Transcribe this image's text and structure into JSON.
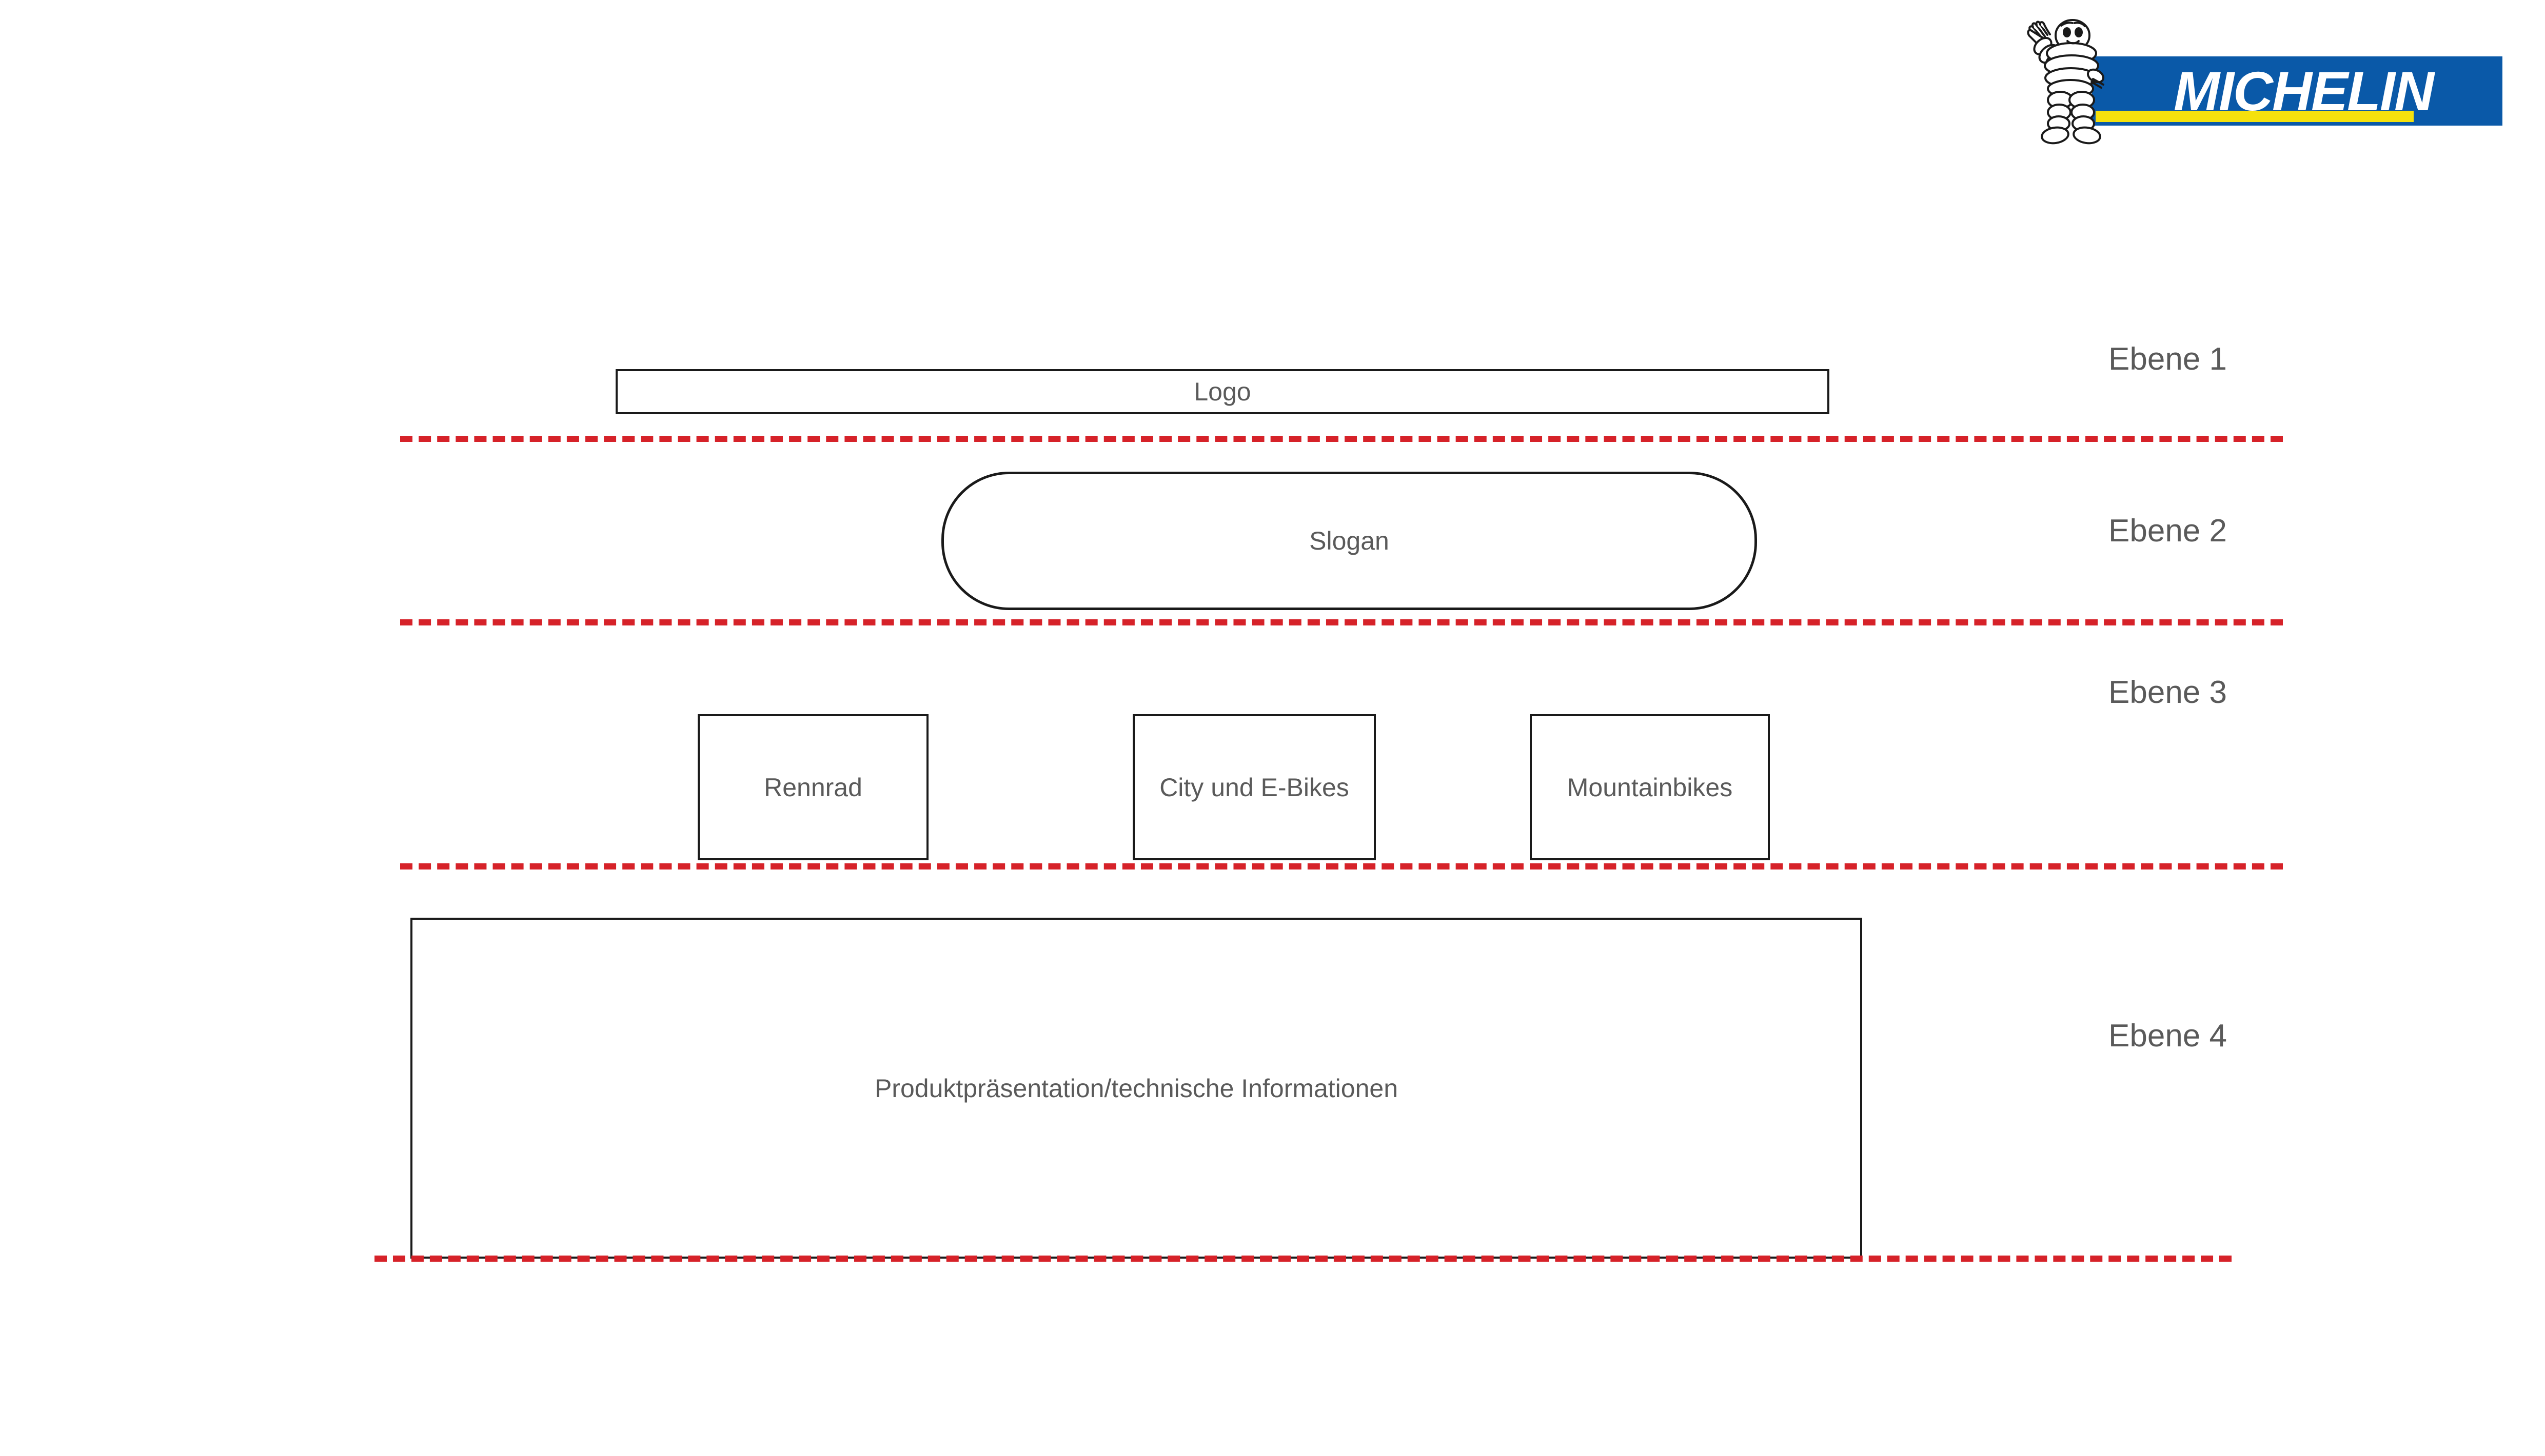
{
  "brand": {
    "name": "MICHELIN",
    "mascot_icon": "michelin-man-icon",
    "colors": {
      "blue": "#0a59a8",
      "yellow": "#f5e10d",
      "white": "#ffffff"
    }
  },
  "diagram": {
    "title": "",
    "colors": {
      "divider_red": "#d62229",
      "shape_border": "#1a1a1a",
      "text_gray": "#5a5a5a"
    },
    "levels": [
      {
        "label": "Ebene 1"
      },
      {
        "label": "Ebene 2"
      },
      {
        "label": "Ebene 3"
      },
      {
        "label": "Ebene 4"
      }
    ],
    "shapes": {
      "logo": "Logo",
      "slogan": "Slogan",
      "categories": [
        "Rennrad",
        "City und E-Bikes",
        "Mountainbikes"
      ],
      "product": "Produktpräsentation/technische Informationen"
    }
  }
}
